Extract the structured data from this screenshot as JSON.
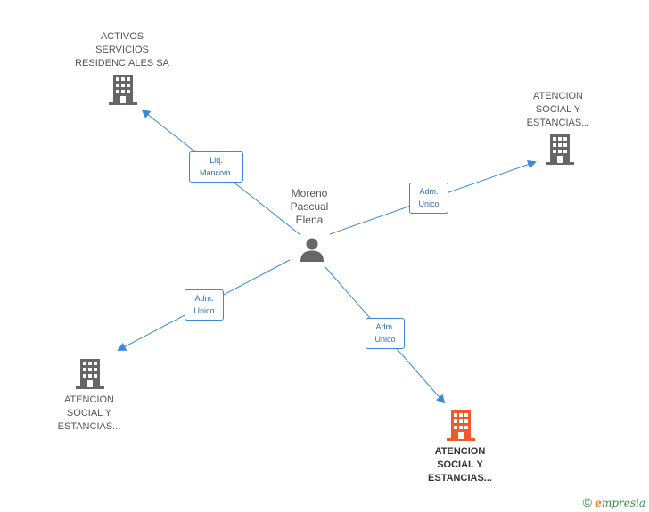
{
  "person": {
    "name_lines": [
      "Moreno",
      "Pascual",
      "Elena"
    ],
    "icon": "person-icon"
  },
  "companies": [
    {
      "id": "activos",
      "lines": [
        "ACTIVOS",
        "SERVICIOS",
        "RESIDENCIALES SA"
      ],
      "icon": "building-icon",
      "color": "#666666",
      "focus": false
    },
    {
      "id": "atencion-right",
      "lines": [
        "ATENCION",
        "SOCIAL Y",
        "ESTANCIAS..."
      ],
      "icon": "building-icon",
      "color": "#666666",
      "focus": false
    },
    {
      "id": "atencion-left",
      "lines": [
        "ATENCION",
        "SOCIAL Y",
        "ESTANCIAS..."
      ],
      "icon": "building-icon",
      "color": "#666666",
      "focus": false
    },
    {
      "id": "atencion-focus",
      "lines": [
        "ATENCION",
        "SOCIAL Y",
        "ESTANCIAS..."
      ],
      "icon": "building-icon",
      "color": "#f05a28",
      "focus": true
    }
  ],
  "relations": [
    {
      "target": "activos",
      "lines": [
        "Liq.",
        "Mancom."
      ]
    },
    {
      "target": "atencion-right",
      "lines": [
        "Adm.",
        "Unico"
      ]
    },
    {
      "target": "atencion-left",
      "lines": [
        "Adm.",
        "Unico"
      ]
    },
    {
      "target": "atencion-focus",
      "lines": [
        "Adm.",
        "Unico"
      ]
    }
  ],
  "edge_color": "#3a8ad6",
  "footer": {
    "copyright": "©",
    "brand_initial": "e",
    "brand_rest": "mpresia"
  }
}
